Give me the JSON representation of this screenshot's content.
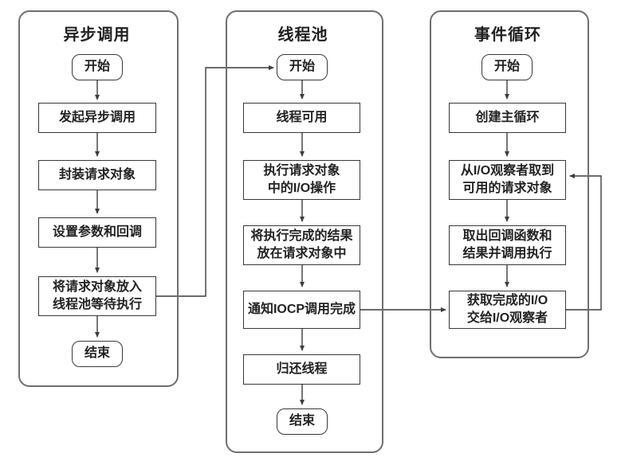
{
  "diagram": {
    "type": "flowchart",
    "background_color": "#ffffff",
    "box_border_color": "#383838",
    "lane_border_color": "#6f6f6f",
    "arrow_color": "#3c3c3c",
    "lanes": [
      {
        "title": "异步调用",
        "start_label": "开始",
        "end_label": "结束",
        "steps": [
          "发起异步调用",
          "封装请求对象",
          "设置参数和回调",
          "将请求对象放入\n线程池等待执行"
        ]
      },
      {
        "title": "线程池",
        "start_label": "开始",
        "end_label": "结束",
        "steps": [
          "线程可用",
          "执行请求对象\n中的I/O操作",
          "将执行完成的结果\n放在请求对象中",
          "通知IOCP调用完成",
          "归还线程"
        ]
      },
      {
        "title": "事件循环",
        "start_label": "开始",
        "steps": [
          "创建主循环",
          "从I/O观察者取到\n可用的请求对象",
          "取出回调函数和\n结果并调用执行",
          "获取完成的I/O\n交给I/O观察者"
        ]
      }
    ],
    "connections": [
      {
        "from": "异步调用/将请求对象放入线程池等待执行",
        "to": "线程池/开始"
      },
      {
        "from": "线程池/通知IOCP调用完成",
        "to": "事件循环/获取完成的I/O交给I/O观察者"
      },
      {
        "from": "事件循环/获取完成的I/O交给I/O观察者",
        "to": "事件循环/从I/O观察者取到可用的请求对象"
      }
    ]
  }
}
